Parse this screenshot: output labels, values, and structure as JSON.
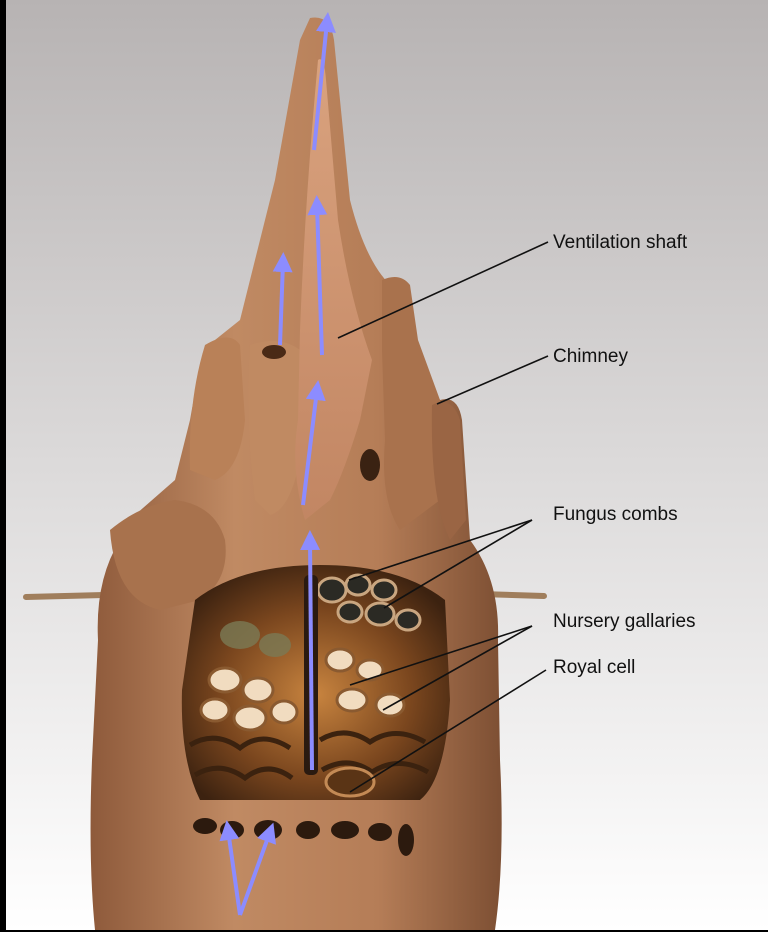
{
  "labels": {
    "ventilation_shaft": "Ventilation shaft",
    "chimney": "Chimney",
    "fungus_combs": "Fungus combs",
    "nursery_galleries": "Nursery gallaries",
    "royal_cell": "Royal cell"
  },
  "colors": {
    "background_top": "#b7b3b3",
    "background_bottom": "#ffffff",
    "mound": "#b07a55",
    "mound_dark": "#7d4f33",
    "chamber": "#5b3418",
    "comb_light": "#f3dfc2",
    "arrow": "#8c8cff",
    "leader_line": "#111111"
  },
  "icons": [
    "airflow-arrow",
    "leader-line",
    "support-stick"
  ]
}
